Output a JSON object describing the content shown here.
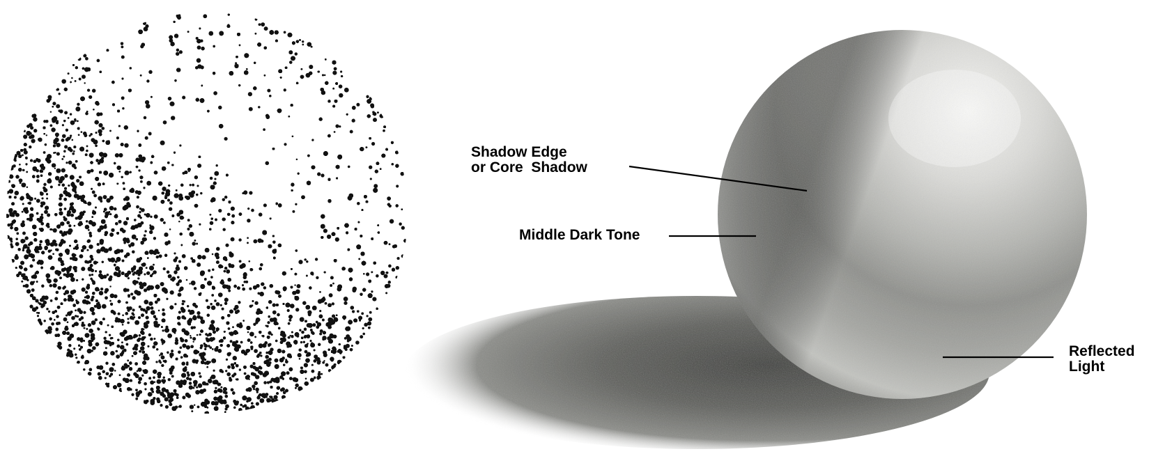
{
  "labels": {
    "shadow_edge_line1": "Shadow Edge",
    "shadow_edge_line2": "or Core  Shadow",
    "middle_dark_tone": "Middle Dark Tone",
    "reflected_line1": "Reflected",
    "reflected_line2": "Light"
  },
  "colors": {
    "background": "#ffffff",
    "ink": "#000000",
    "pencil_light": "#f4f4f2",
    "pencil_mid": "#a9aaa6",
    "pencil_dark": "#4a4b48"
  }
}
